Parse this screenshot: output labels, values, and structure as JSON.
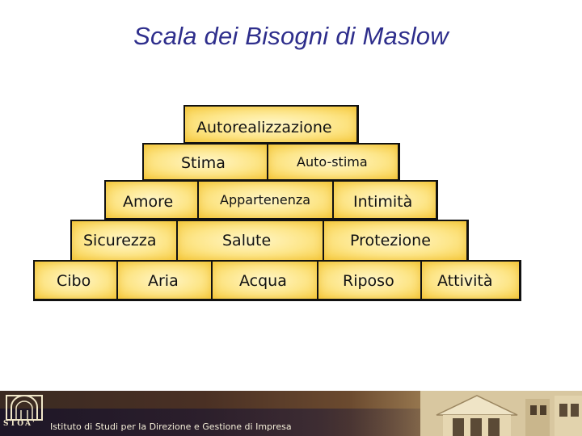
{
  "title": "Scala dei Bisogni di Maslow",
  "pyramid": {
    "top": {
      "label": "Autorealizzazione"
    },
    "stima_row": {
      "left": "Stima",
      "right": "Auto-stima"
    },
    "amore_row": {
      "left": "Amore",
      "middle": "Appartenenza",
      "right": "Intimità"
    },
    "sicurezza_row": {
      "left": "Sicurezza",
      "middle": "Salute",
      "right": "Protezione"
    },
    "base_row": {
      "items": [
        "Cibo",
        "Aria",
        "Acqua",
        "Riposo",
        "Attività"
      ]
    }
  },
  "footer": {
    "logo_text": "STOA'",
    "institution": "Istituto di Studi per la Direzione e Gestione di Impresa"
  },
  "colors": {
    "title": "#2e2e8c",
    "block_fill": "#fde68a",
    "block_edge": "#f8d04a",
    "border": "#111111"
  }
}
